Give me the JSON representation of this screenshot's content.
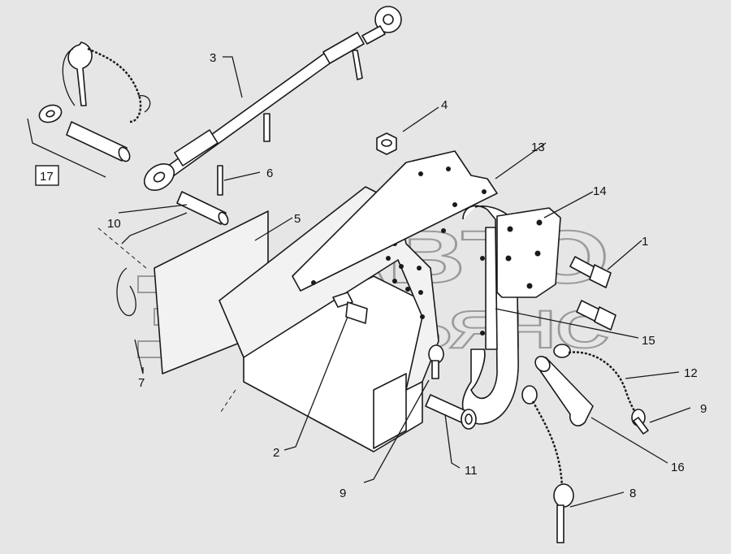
{
  "watermark": {
    "line1": "АВТО",
    "line2": "АЛЬЯНС",
    "color": "#9a9a9a"
  },
  "callouts": {
    "c1": "1",
    "c2": "2",
    "c3": "3",
    "c4": "4",
    "c5": "5",
    "c6": "6",
    "c7": "7",
    "c8": "8",
    "c9a": "9",
    "c9b": "9",
    "c10": "10",
    "c11": "11",
    "c12": "12",
    "c13": "13",
    "c14": "14",
    "c15": "15",
    "c16": "16",
    "c17": "17"
  },
  "colors": {
    "background": "#e6e6e6",
    "line": "#1a1a1a",
    "part_fill": "#ffffff"
  }
}
